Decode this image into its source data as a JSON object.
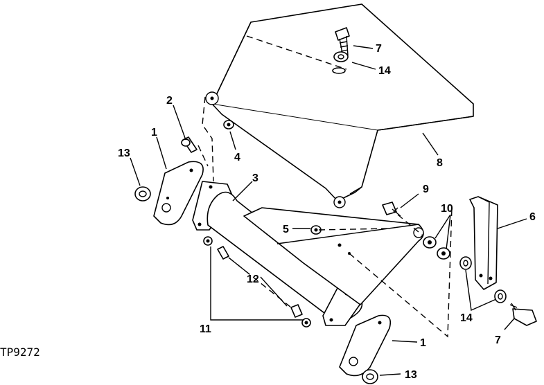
{
  "figure_code": "TP9272",
  "callouts": {
    "c1_upper": "1",
    "c1_lower": "1",
    "c2": "2",
    "c3": "3",
    "c4": "4",
    "c5": "5",
    "c6": "6",
    "c7_upper": "7",
    "c7_lower": "7",
    "c8": "8",
    "c9": "9",
    "c10": "10",
    "c11": "11",
    "c12": "12",
    "c13_upper": "13",
    "c13_lower": "13",
    "c14_upper": "14",
    "c14_lower": "14"
  }
}
